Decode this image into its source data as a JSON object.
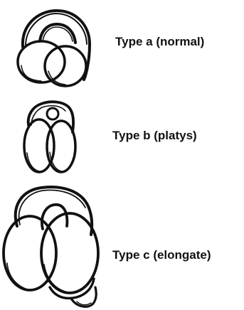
{
  "figure": {
    "items": [
      {
        "icon": "type-a-normal-shape-icon",
        "label": "Type a (normal)"
      },
      {
        "icon": "type-b-platys-shape-icon",
        "label": "Type b (platys)"
      },
      {
        "icon": "type-c-elongate-shape-icon",
        "label": "Type c (elongate)"
      }
    ],
    "stroke_color": "#111111",
    "background_color": "#ffffff"
  }
}
